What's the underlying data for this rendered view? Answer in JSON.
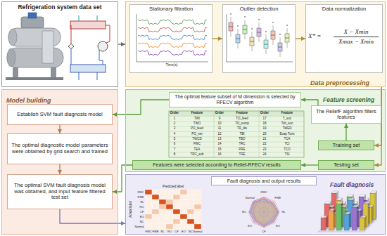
{
  "diagram": {
    "nodes": [
      {
        "text": [
          "Refrigeration system data set"
        ]
      },
      {
        "text": [
          "Data preprocessing"
        ]
      },
      {
        "text": [
          "Stationary filtration"
        ],
        "in": 1
      },
      {
        "text": [
          "Outlier detection"
        ],
        "in": 1
      },
      {
        "text": [
          "Data normalization"
        ],
        "in": 1
      },
      {
        "text": [
          "Feature screening"
        ]
      },
      {
        "text": [
          "The optimal feature subset of M dimension is selected by RFECV algorithm"
        ],
        "in": 5
      },
      {
        "text": [
          "The ReliefF algorithm filters features"
        ],
        "in": 5
      },
      {
        "text": [
          "Training set"
        ],
        "in": 5
      },
      {
        "text": [
          "Testing set"
        ],
        "in": 5
      },
      {
        "text": [
          "Features were selected according to Relief-RFECV results"
        ],
        "in": 5
      },
      {
        "text": [
          "Model building"
        ]
      },
      {
        "text": [
          "Establish SVM fault diagnosis model"
        ],
        "in": 11
      },
      {
        "text": [
          "The optimal diagnostic model parameters were obtained by grid search and trained"
        ],
        "in": 11
      },
      {
        "text": [
          "The optimal SVM fault diagnosis model was obtained, and input feature filtered test set"
        ],
        "in": 11
      },
      {
        "text": [
          "Fault diagnosis"
        ]
      },
      {
        "text": [
          "Fault diagnosis and output results"
        ],
        "in": 15
      }
    ],
    "edges": [
      {
        "from": 0,
        "to": 1,
        "arrow": "to"
      },
      {
        "from": 2,
        "to": 3,
        "arrow": "to"
      },
      {
        "from": 3,
        "to": 4,
        "arrow": "to"
      },
      {
        "from": 1,
        "to": 8,
        "arrow": "to"
      },
      {
        "from": 1,
        "to": 9,
        "arrow": "to"
      },
      {
        "from": 8,
        "to": 7,
        "arrow": "to"
      },
      {
        "from": 7,
        "to": 6,
        "arrow": "to"
      },
      {
        "from": 6,
        "to": 12,
        "arrow": "to"
      },
      {
        "from": 9,
        "to": 10,
        "arrow": "to"
      },
      {
        "from": 10,
        "to": 14,
        "arrow": "to"
      },
      {
        "from": 12,
        "to": 13,
        "arrow": "to"
      },
      {
        "from": 13,
        "to": 14,
        "arrow": "to"
      },
      {
        "from": 14,
        "to": 15,
        "arrow": "to"
      }
    ],
    "labels": [
      "Time(s)",
      "X* =",
      "X − Xmin",
      "Xmax − Xmin",
      "Order",
      "Feature",
      "Order",
      "Feature",
      "Order",
      "Feature",
      "1",
      "TWI",
      "9",
      "TO_feed",
      "17",
      "T_suc",
      "2",
      "TWO",
      "10",
      "TO_sump",
      "18",
      "Tsh_suc",
      "3",
      "PO_feed",
      "11",
      "TR_dis",
      "19",
      "TWED",
      "4",
      "PO_net",
      "12",
      "TBI",
      "20",
      "Evap Tons",
      "5",
      "TWCD",
      "13",
      "TBO",
      "21",
      "TCA",
      "6",
      "FWC",
      "14",
      "TRC",
      "22",
      "TCI",
      "7",
      "TEA",
      "15",
      "PRE",
      "23",
      "TCO",
      "8",
      "TRC_sub",
      "16",
      "TRE",
      "24",
      "TSI",
      "Predicted label",
      "Actual label",
      "FWC",
      "FWE",
      "RL",
      "RO",
      "CF",
      "EO",
      "NC",
      "Normal",
      "FWC",
      "FWE",
      "RL",
      "RO",
      "CF",
      "EO",
      "NC",
      "Normal",
      "FWC",
      "FWE",
      "RL",
      "RO",
      "CF",
      "EO",
      "NC",
      "Normal"
    ]
  }
}
